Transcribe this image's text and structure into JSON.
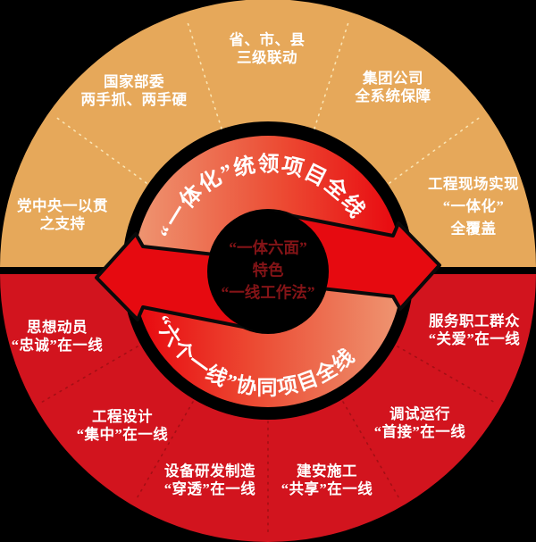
{
  "colors": {
    "background": "#000000",
    "outer_ring_top": "#E6A85A",
    "outer_ring_bottom": "#D2141E",
    "inner_ring_light": "#EE9672",
    "inner_ring_red": "#E8060E",
    "cycle_arrow": "#E60A10",
    "center_text": "#841417",
    "segment_label_text": "#FFFFFF"
  },
  "center": {
    "line1": "“一体六面”",
    "line2": "特色",
    "line3": "“一线工作法”"
  },
  "ring_text": {
    "top": "“一体化”统领项目全线",
    "bottom": "“六个一线”协同项目全线"
  },
  "outer_top_segments": [
    {
      "line1": "党中央一以贯",
      "line2": "之支持"
    },
    {
      "line1": "国家部委",
      "line2": "两手抓、两手硬"
    },
    {
      "line1": "省、市、县",
      "line2": "三级联动"
    },
    {
      "line1": "集团公司",
      "line2": "全系统保障"
    },
    {
      "line1": "工程现场实现",
      "line2": "“一体化”",
      "line3": "全覆盖"
    }
  ],
  "outer_bottom_segments": [
    {
      "line1": "思想动员",
      "line2": "“忠诚”在一线"
    },
    {
      "line1": "工程设计",
      "line2": "“集中”在一线"
    },
    {
      "line1": "设备研发制造",
      "line2": "“穿透”在一线"
    },
    {
      "line1": "建安施工",
      "line2": "“共享”在一线"
    },
    {
      "line1": "调试运行",
      "line2": "“首接”在一线"
    },
    {
      "line1": "服务职工群众",
      "line2": "“关爱”在一线"
    }
  ]
}
